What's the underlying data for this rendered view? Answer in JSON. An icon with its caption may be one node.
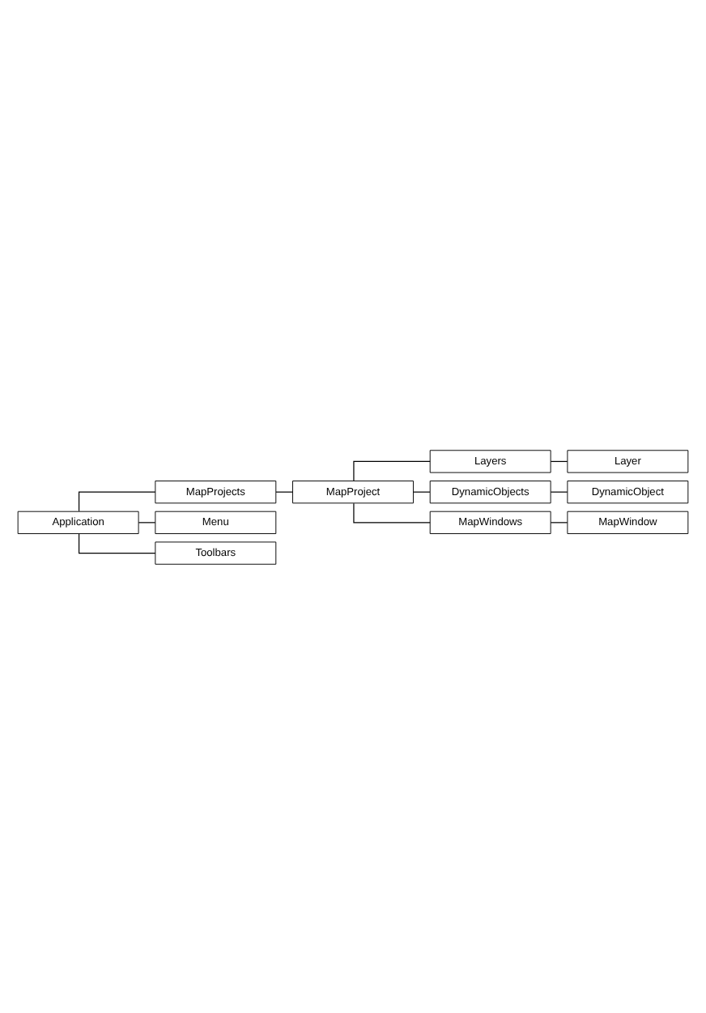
{
  "diagram": {
    "nodes": [
      {
        "text": [
          "Application"
        ]
      },
      {
        "text": [
          "MapProjects"
        ]
      },
      {
        "text": [
          "MapProject"
        ]
      },
      {
        "text": [
          "Layers"
        ]
      },
      {
        "text": [
          "Layer"
        ]
      },
      {
        "text": [
          "DynamicObjects"
        ]
      },
      {
        "text": [
          "DynamicObject"
        ]
      },
      {
        "text": [
          "MapWindows"
        ]
      },
      {
        "text": [
          "MapWindow"
        ]
      },
      {
        "text": [
          "Menu"
        ]
      },
      {
        "text": [
          "Toolbars"
        ]
      }
    ],
    "edges": [
      {
        "from": 0,
        "to": 1,
        "arrow": "none"
      },
      {
        "from": 1,
        "to": 2,
        "arrow": "none"
      },
      {
        "from": 2,
        "to": 3,
        "arrow": "none"
      },
      {
        "from": 3,
        "to": 4,
        "arrow": "none"
      },
      {
        "from": 2,
        "to": 5,
        "arrow": "none"
      },
      {
        "from": 5,
        "to": 6,
        "arrow": "none"
      },
      {
        "from": 2,
        "to": 7,
        "arrow": "none"
      },
      {
        "from": 7,
        "to": 8,
        "arrow": "none"
      },
      {
        "from": 0,
        "to": 9,
        "arrow": "none"
      },
      {
        "from": 0,
        "to": 10,
        "arrow": "none"
      }
    ]
  }
}
